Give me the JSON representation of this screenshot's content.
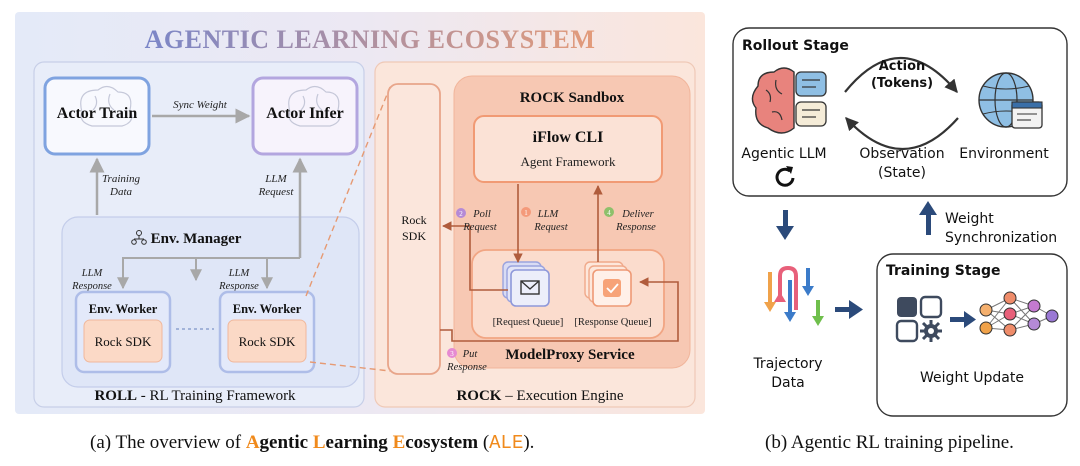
{
  "colors": {
    "roll_bg": "#e6ebf8",
    "rock_bg": "#fbe8de",
    "accent_orange": "#f08a1c",
    "title_blue": "#7b86c8",
    "title_orange": "#e39b7a",
    "dark_blue": "#2b4a7a"
  },
  "panel_a": {
    "title": "AGENTIC LEARNING ECOSYSTEM",
    "actor_train": "Actor Train",
    "actor_infer": "Actor Infer",
    "sync_weight": "Sync Weight",
    "training_data_1": "Training",
    "training_data_2": "Data",
    "llm_request_1": "LLM",
    "llm_request_2": "Request",
    "env_manager": "Env. Manager",
    "llm_response_1": "LLM",
    "llm_response_2": "Response",
    "env_worker_left": "Env. Worker",
    "env_worker_right": "Env. Worker",
    "rock_sdk_left": "Rock SDK",
    "rock_sdk_right": "Rock SDK",
    "roll_bold": "ROLL",
    "roll_rest": " - RL Training Framework",
    "rock_sdk_col_1": "Rock",
    "rock_sdk_col_2": "SDK",
    "rock_sandbox": "ROCK Sandbox",
    "iflow_cli": "iFlow CLI",
    "agent_framework": "Agent Framework",
    "step1_num": "1",
    "step1_1": "LLM",
    "step1_2": "Request",
    "step2_num": "2",
    "step2_1": "Poll",
    "step2_2": "Request",
    "step3_num": "3",
    "step3_1": "Put",
    "step3_2": "Response",
    "step4_num": "4",
    "step4_1": "Deliver",
    "step4_2": "Response",
    "request_queue": "[Request Queue]",
    "response_queue": "[Response Queue]",
    "modelproxy": "ModelProxy Service",
    "rock_bold": "ROCK",
    "rock_rest": " – Execution Engine",
    "caption_prefix": "(a) The overview of ",
    "caption_A": "A",
    "caption_gentic": "gentic ",
    "caption_L": "L",
    "caption_earning": "earning ",
    "caption_E": "E",
    "caption_cosystem": "cosystem",
    "caption_open": " (",
    "caption_ale": "ALE",
    "caption_close": ")."
  },
  "panel_b": {
    "rollout_stage": "Rollout Stage",
    "action": "Action",
    "tokens": "(Tokens)",
    "agentic_llm": "Agentic LLM",
    "observation": "Observation",
    "state": "(State)",
    "environment": "Environment",
    "weight_sync_1": "Weight",
    "weight_sync_2": "Synchronization",
    "training_stage": "Training Stage",
    "trajectory_1": "Trajectory",
    "trajectory_2": "Data",
    "weight_update": "Weight Update",
    "caption": "(b) Agentic RL training pipeline."
  }
}
